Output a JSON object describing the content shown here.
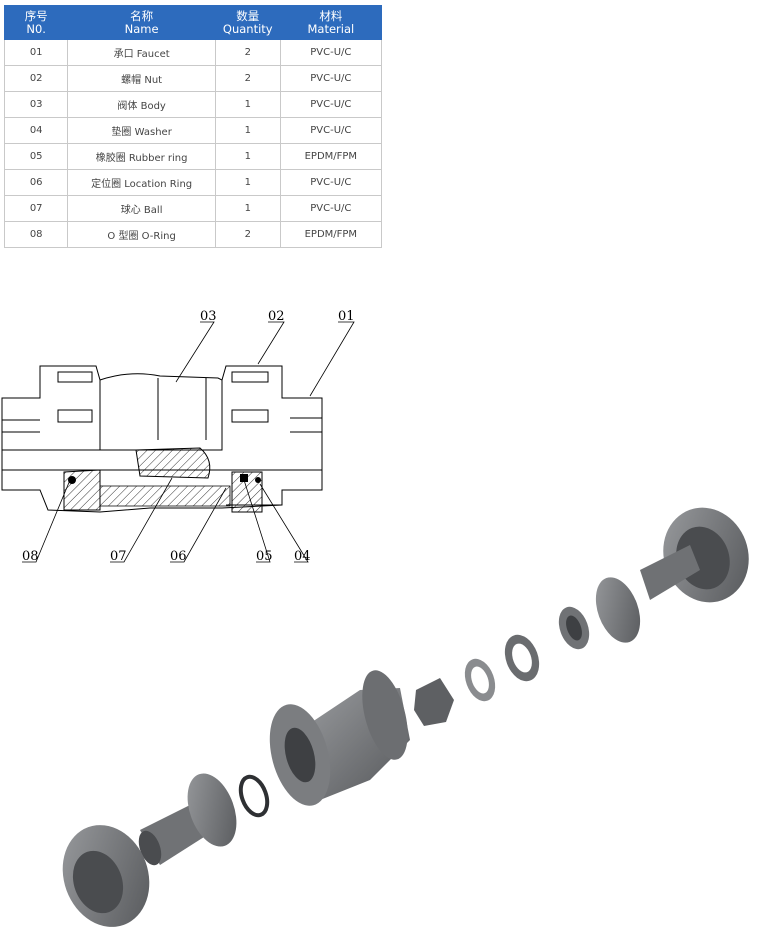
{
  "table": {
    "headers": [
      {
        "cn": "序号",
        "en": "N0."
      },
      {
        "cn": "名称",
        "en": "Name"
      },
      {
        "cn": "数量",
        "en": "Quantity"
      },
      {
        "cn": "材料",
        "en": "Material"
      }
    ],
    "rows": [
      {
        "no": "01",
        "name": "承口 Faucet",
        "qty": "2",
        "material": "PVC-U/C"
      },
      {
        "no": "02",
        "name": "螺帽 Nut",
        "qty": "2",
        "material": "PVC-U/C"
      },
      {
        "no": "03",
        "name": "阀体 Body",
        "qty": "1",
        "material": "PVC-U/C"
      },
      {
        "no": "04",
        "name": "垫圈 Washer",
        "qty": "1",
        "material": "PVC-U/C"
      },
      {
        "no": "05",
        "name": "橡胶圈 Rubber ring",
        "qty": "1",
        "material": "EPDM/FPM"
      },
      {
        "no": "06",
        "name": "定位圈 Location Ring",
        "qty": "1",
        "material": "PVC-U/C"
      },
      {
        "no": "07",
        "name": "球心 Ball",
        "qty": "1",
        "material": "PVC-U/C"
      },
      {
        "no": "08",
        "name": "O 型圈 O-Ring",
        "qty": "2",
        "material": "EPDM/FPM"
      }
    ]
  },
  "callouts": {
    "c01": "01",
    "c02": "02",
    "c03": "03",
    "c04": "04",
    "c05": "05",
    "c06": "06",
    "c07": "07",
    "c08": "08"
  },
  "colors": {
    "header_bg": "#2d6bbd",
    "header_text": "#ffffff",
    "part_gray": "#6b6d70"
  }
}
